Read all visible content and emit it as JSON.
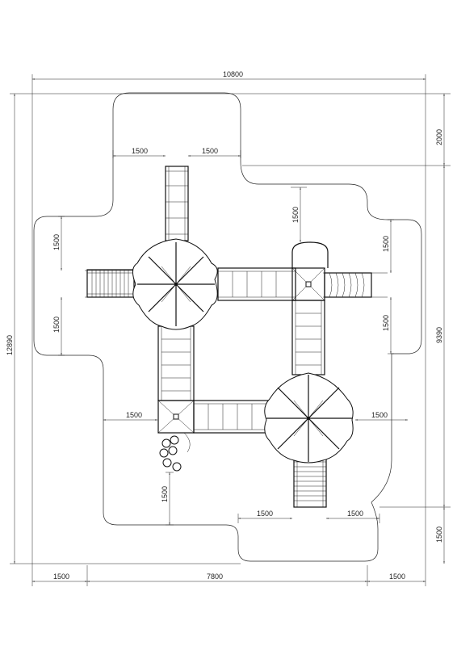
{
  "drawing": {
    "type": "playground plan with dimensions",
    "dimensions": {
      "overall_width": "10800",
      "overall_height": "12890",
      "right_height": "9390",
      "top_right": "2000",
      "bottom_right": "1500",
      "bottom_left_margin": "1500",
      "bottom_center": "7800",
      "bottom_right_margin": "1500",
      "top_left_clear": "1500",
      "top_right_clear": "1500",
      "left_upper": "1500",
      "left_lower": "1500",
      "inner_top": "1500",
      "right_upper": "1500",
      "right_lower": "1500",
      "left_mid": "1500",
      "right_mid": "1500",
      "lower_left_vertical": "1500",
      "bottom_inner_left": "1500",
      "bottom_inner_right": "1500"
    }
  }
}
